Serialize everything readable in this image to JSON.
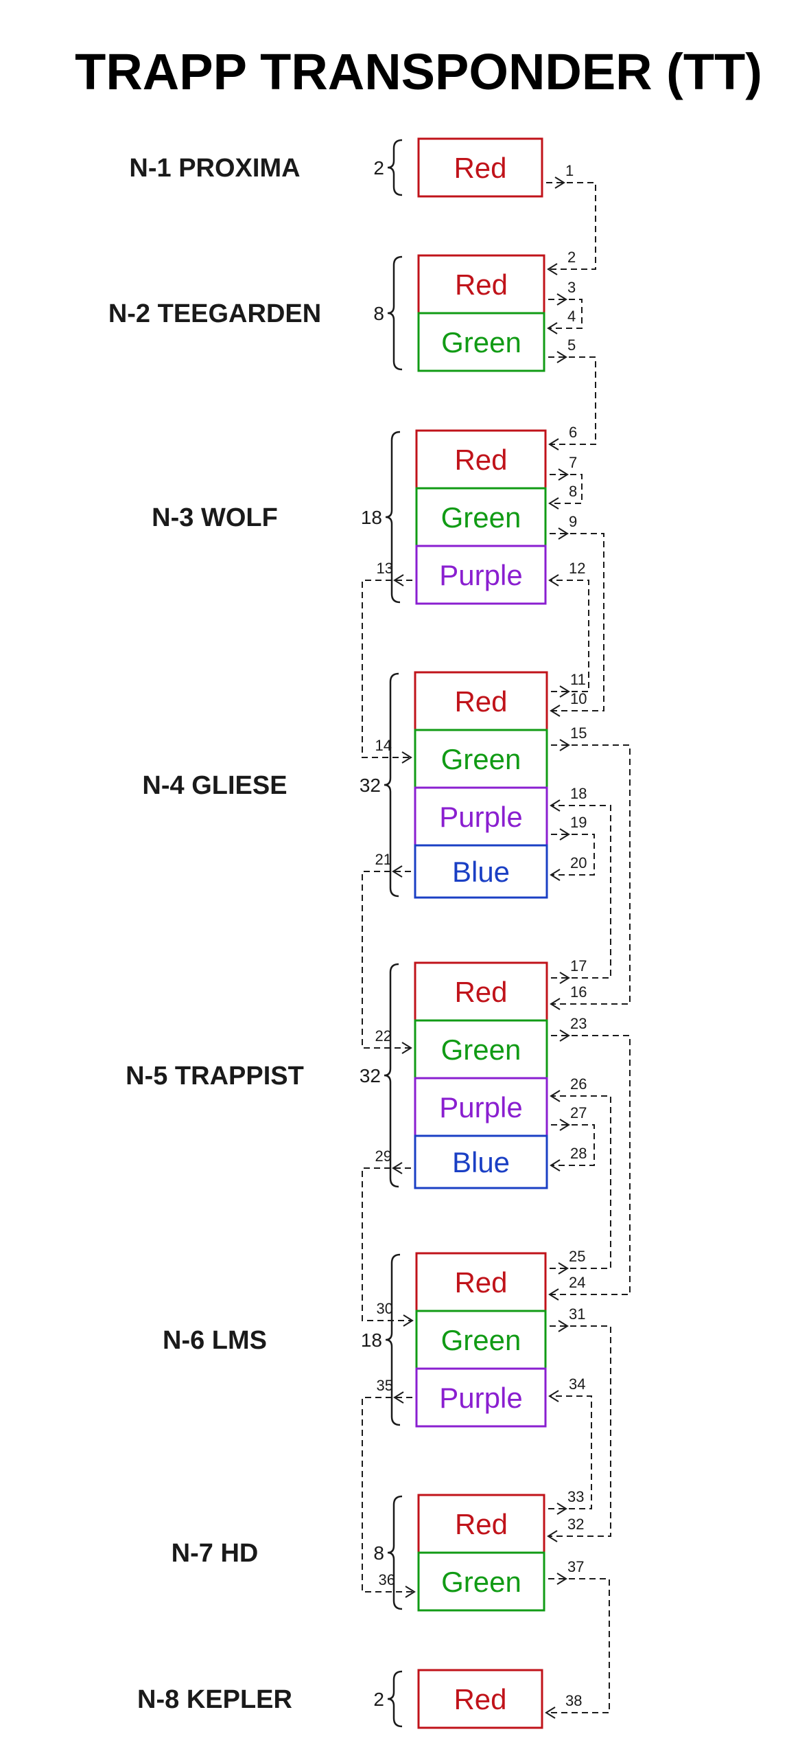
{
  "title": "TRAPP TRANSPONDER (TT)",
  "colors": {
    "Red": "#c0131a",
    "Green": "#119b15",
    "Purple": "#8a1fd0",
    "Blue": "#1a3fc4"
  },
  "nodes": [
    {
      "label": "N-1 PROXIMA",
      "count": "2",
      "boxes": [
        "Red"
      ]
    },
    {
      "label": "N-2 TEEGARDEN",
      "count": "8",
      "boxes": [
        "Red",
        "Green"
      ]
    },
    {
      "label": "N-3 WOLF",
      "count": "18",
      "boxes": [
        "Red",
        "Green",
        "Purple"
      ]
    },
    {
      "label": "N-4 GLIESE",
      "count": "32",
      "boxes": [
        "Red",
        "Green",
        "Purple",
        "Blue"
      ]
    },
    {
      "label": "N-5 TRAPPIST",
      "count": "32",
      "boxes": [
        "Red",
        "Green",
        "Purple",
        "Blue"
      ]
    },
    {
      "label": "N-6 LMS",
      "count": "18",
      "boxes": [
        "Red",
        "Green",
        "Purple"
      ]
    },
    {
      "label": "N-7 HD",
      "count": "8",
      "boxes": [
        "Red",
        "Green"
      ]
    },
    {
      "label": "N-8 KEPLER",
      "count": "2",
      "boxes": [
        "Red"
      ]
    }
  ],
  "steps": [
    "1",
    "2",
    "3",
    "4",
    "5",
    "6",
    "7",
    "8",
    "9",
    "10",
    "11",
    "12",
    "13",
    "14",
    "15",
    "16",
    "17",
    "18",
    "19",
    "20",
    "21",
    "22",
    "23",
    "24",
    "25",
    "26",
    "27",
    "28",
    "29",
    "30",
    "31",
    "32",
    "33",
    "34",
    "35",
    "36",
    "37",
    "38"
  ]
}
